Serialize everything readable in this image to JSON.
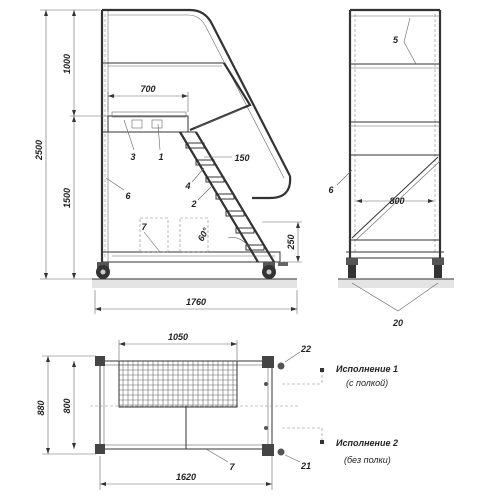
{
  "dimensions": {
    "side_height_total": "2500",
    "side_height_top": "1000",
    "side_height_bottom": "1500",
    "platform_width": "700",
    "step_depth": "150",
    "bottom_clearance": "250",
    "step_angle": "60°",
    "base_length": "1760",
    "front_width": "800",
    "plan_grid_length": "1050",
    "plan_depth_outer": "880",
    "plan_depth_inner": "800",
    "plan_length": "1620"
  },
  "callouts": {
    "c1": "1",
    "c2": "2",
    "c3": "3",
    "c4": "4",
    "c5": "5",
    "c6_side": "6",
    "c6_front": "6",
    "c7_side": "7",
    "c7_plan": "7",
    "c20": "20",
    "c21": "21",
    "c22": "22"
  },
  "variants": {
    "v1_title": "Исполнение 1",
    "v1_note": "(с полкой)",
    "v2_title": "Исполнение 2",
    "v2_note": "(без полки)"
  }
}
